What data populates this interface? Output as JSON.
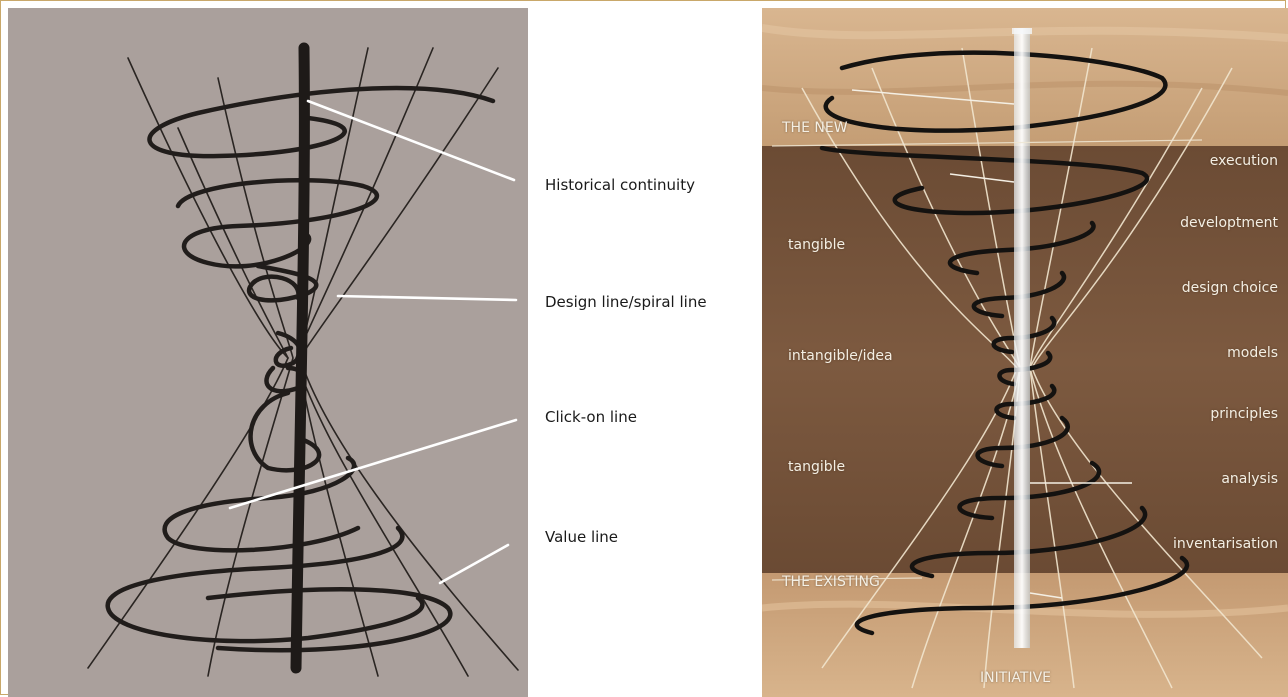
{
  "sketch": {
    "callouts": {
      "historical_continuity": "Historical continuity",
      "design_line": "Design line/spiral line",
      "click_on_line": "Click-on line",
      "value_line": "Value line"
    }
  },
  "model": {
    "top_label": "THE NEW",
    "bottom_label": "THE EXISTING",
    "base_label": "INITIATIVE",
    "left_labels": {
      "tangible_top": "tangible",
      "intangible": "intangible/idea",
      "tangible_bottom": "tangible"
    },
    "right_labels": {
      "execution": "execution",
      "development": "developtment",
      "design_choice": "design choice",
      "models": "models",
      "principles": "principles",
      "analysis": "analysis",
      "inventarisation": "inventarisation"
    }
  },
  "colors": {
    "frame": "#c9a86a",
    "sketch_bg": "#aaa09c",
    "sand": "#c9a27a",
    "model_dark": "#5a4030"
  }
}
